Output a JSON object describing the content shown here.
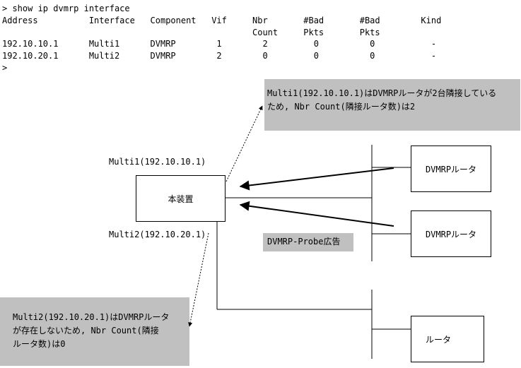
{
  "terminal": {
    "command": "> show ip dvmrp interface",
    "header1": "Address          Interface   Component   Vif     Nbr       #Bad       #Bad        Kind",
    "header2": "                                                 Count     Pkts       Pkts",
    "row1": "192.10.10.1      Multi1      DVMRP        1        2         0          0           -",
    "row2": "192.10.20.1      Multi2      DVMRP        2        0         0          0           -",
    "prompt": ">"
  },
  "diagram": {
    "label_multi1": "Multi1(192.10.10.1)",
    "label_multi2": "Multi2(192.10.20.1)",
    "device": "本装置",
    "router1": "DVMRPルータ",
    "router2": "DVMRPルータ",
    "router3": "ルータ",
    "probe": "DVMRP-Probe広告",
    "callout1": "Multi1(192.10.10.1)はDVMRPルータが2台隣接している\nため, Nbr Count(隣接ルータ数)は2",
    "callout2": "Multi2(192.10.20.1)はDVMRPルータ\nが存在しないため, Nbr Count(隣接\nルータ数)は0"
  },
  "colors": {
    "callout_bg": "#c0c0c0",
    "line": "#000000"
  }
}
